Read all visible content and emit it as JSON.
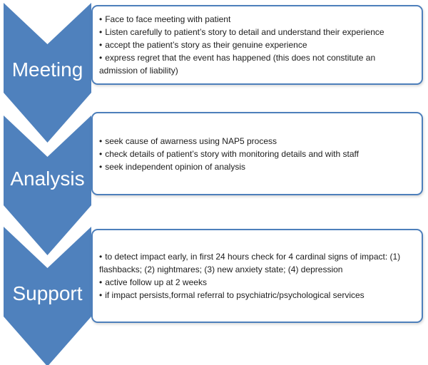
{
  "diagram": {
    "steps": [
      {
        "label": "Meeting",
        "bullets": [
          "Face to face meeting with patient",
          "Listen carefully to patient’s story to detail and understand their experience",
          "accept the patient’s story as their genuine experience",
          "express regret that the event has happened (this does not constitute an admission of liability)"
        ]
      },
      {
        "label": "Analysis",
        "bullets": [
          "seek cause of awarness using NAP5 process",
          "check details of patient’s story with monitoring details and with staff",
          "seek independent opinion of analysis"
        ]
      },
      {
        "label": "Support",
        "bullets": [
          "to detect impact early, in first 24 hours check for 4 cardinal signs of impact: (1) flashbacks; (2) nightmares; (3) new anxiety state; (4) depression",
          "active follow up at 2 weeks",
          "if impact persists,formal referral to psychiatric/psychological services"
        ]
      }
    ],
    "colors": {
      "chevron_fill": "#4f81bd",
      "box_border": "#4d7fbb",
      "label_text": "#ffffff",
      "body_text": "#1c1c1c"
    },
    "icons": {
      "bullet": "•"
    }
  }
}
